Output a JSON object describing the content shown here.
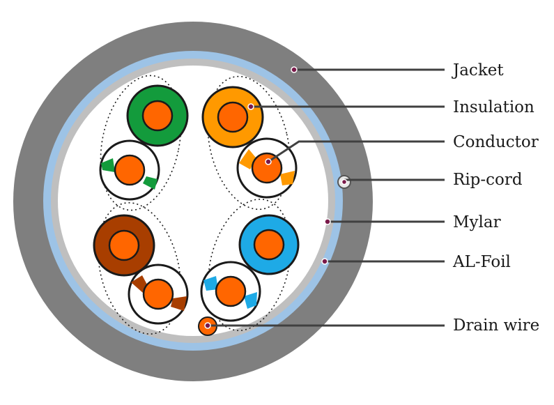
{
  "labels": {
    "jacket": "Jacket",
    "insulation": "Insulation",
    "conductor": "Conductor",
    "rip_cord": "Rip-cord",
    "mylar": "Mylar",
    "al_foil": "AL-Foil",
    "drain_wire": "Drain wire"
  },
  "colors": {
    "jacket": "#7f7f7f",
    "foil": "#9dc3e6",
    "mylar": "#bfbfbf",
    "conductor": "#ff6600",
    "pair_green": "#139b3c",
    "pair_orange": "#ff9900",
    "pair_brown": "#a83e00",
    "pair_blue": "#1eaae6",
    "pointer_dot": "#7a1a4a"
  },
  "pairs": [
    {
      "name": "green-pair",
      "color_key": "pair_green"
    },
    {
      "name": "orange-pair",
      "color_key": "pair_orange"
    },
    {
      "name": "brown-pair",
      "color_key": "pair_brown"
    },
    {
      "name": "blue-pair",
      "color_key": "pair_blue"
    }
  ]
}
